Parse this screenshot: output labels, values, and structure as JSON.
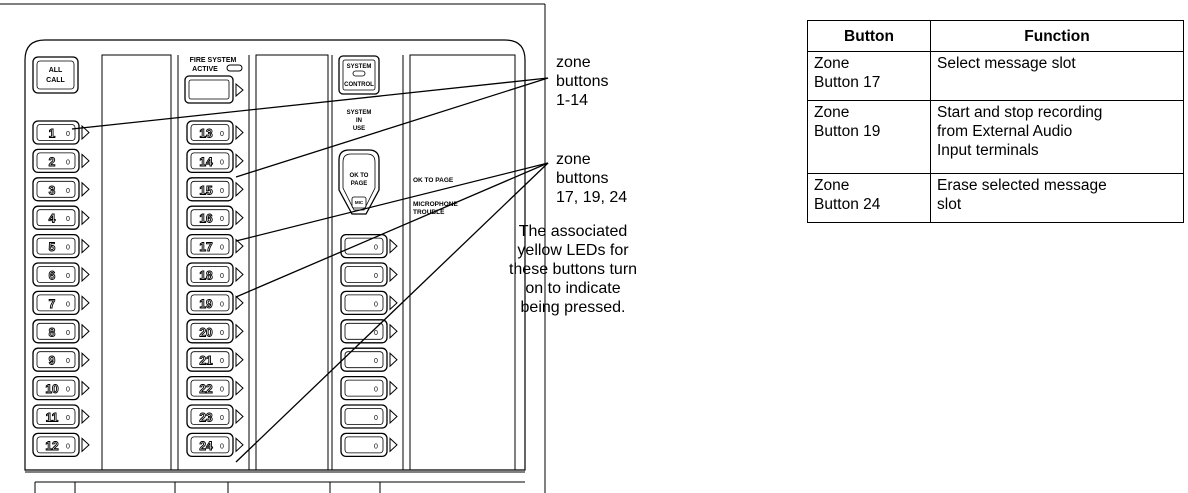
{
  "panel": {
    "all_call": [
      "ALL",
      "CALL"
    ],
    "fire_system_active": [
      "FIRE SYSTEM",
      "ACTIVE"
    ],
    "system_control": [
      "SYSTEM",
      "CONTROL"
    ],
    "system_in_use": [
      "SYSTEM",
      "IN",
      "USE"
    ],
    "ok_to_page_button": [
      "OK TO",
      "PAGE"
    ],
    "mic": "MIC",
    "ok_to_page_label": "OK TO PAGE",
    "microphone_trouble": [
      "MICROPHONE",
      "TROUBLE"
    ],
    "col1_numbers": [
      "1",
      "2",
      "3",
      "4",
      "5",
      "6",
      "7",
      "8",
      "9",
      "10",
      "11",
      "12"
    ],
    "col2_numbers": [
      "13",
      "14",
      "15",
      "16",
      "17",
      "18",
      "19",
      "20",
      "21",
      "22",
      "23",
      "24"
    ],
    "led_glyph": "0"
  },
  "callouts": {
    "zone_1_14": "zone\nbuttons\n1-14",
    "zone_17_19_24": "zone\nbuttons\n17, 19, 24",
    "note": "The associated\nyellow LEDs for\nthese buttons turn\non to indicate\nbeing pressed."
  },
  "table": {
    "headers": [
      "Button",
      "Function"
    ],
    "rows": [
      {
        "button": "Zone\nButton 17",
        "function": "Select message slot"
      },
      {
        "button": "Zone\nButton 19",
        "function": "Start and stop recording\nfrom External Audio\nInput terminals"
      },
      {
        "button": "Zone\nButton 24",
        "function": "Erase selected message\nslot"
      }
    ]
  }
}
